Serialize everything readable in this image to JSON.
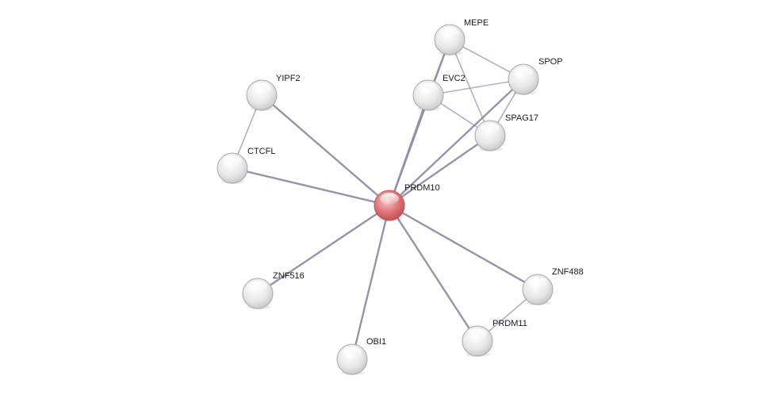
{
  "network": {
    "nodes": [
      {
        "id": "MEPE",
        "label": "MEPE",
        "color": "#dedede"
      },
      {
        "id": "SPOP",
        "label": "SPOP",
        "color": "#dedede"
      },
      {
        "id": "EVC2",
        "label": "EVC2",
        "color": "#dedede"
      },
      {
        "id": "YIPF2",
        "label": "YIPF2",
        "color": "#dedede"
      },
      {
        "id": "SPAG17",
        "label": "SPAG17",
        "color": "#dedede"
      },
      {
        "id": "CTCFL",
        "label": "CTCFL",
        "color": "#dedede"
      },
      {
        "id": "PRDM10",
        "label": "PRDM10",
        "color": "#e06a6e",
        "focus": true
      },
      {
        "id": "ZNF516",
        "label": "ZNF516",
        "color": "#dedede"
      },
      {
        "id": "ZNF488",
        "label": "ZNF488",
        "color": "#dedede"
      },
      {
        "id": "PRDM11",
        "label": "PRDM11",
        "color": "#dedede"
      },
      {
        "id": "OBI1",
        "label": "OBI1",
        "color": "#dedede"
      }
    ],
    "edges": [
      {
        "source": "PRDM10",
        "target": "YIPF2"
      },
      {
        "source": "PRDM10",
        "target": "CTCFL"
      },
      {
        "source": "PRDM10",
        "target": "MEPE"
      },
      {
        "source": "PRDM10",
        "target": "EVC2"
      },
      {
        "source": "PRDM10",
        "target": "SPOP"
      },
      {
        "source": "PRDM10",
        "target": "SPAG17"
      },
      {
        "source": "PRDM10",
        "target": "ZNF516"
      },
      {
        "source": "PRDM10",
        "target": "OBI1"
      },
      {
        "source": "PRDM10",
        "target": "PRDM11"
      },
      {
        "source": "PRDM10",
        "target": "ZNF488"
      },
      {
        "source": "YIPF2",
        "target": "CTCFL"
      },
      {
        "source": "MEPE",
        "target": "EVC2"
      },
      {
        "source": "MEPE",
        "target": "SPOP"
      },
      {
        "source": "MEPE",
        "target": "SPAG17"
      },
      {
        "source": "EVC2",
        "target": "SPOP"
      },
      {
        "source": "EVC2",
        "target": "SPAG17"
      },
      {
        "source": "SPOP",
        "target": "SPAG17"
      },
      {
        "source": "ZNF488",
        "target": "PRDM11"
      }
    ],
    "edge_color": "#8e8ea6",
    "node_outline_color": "#a8a8a8"
  }
}
